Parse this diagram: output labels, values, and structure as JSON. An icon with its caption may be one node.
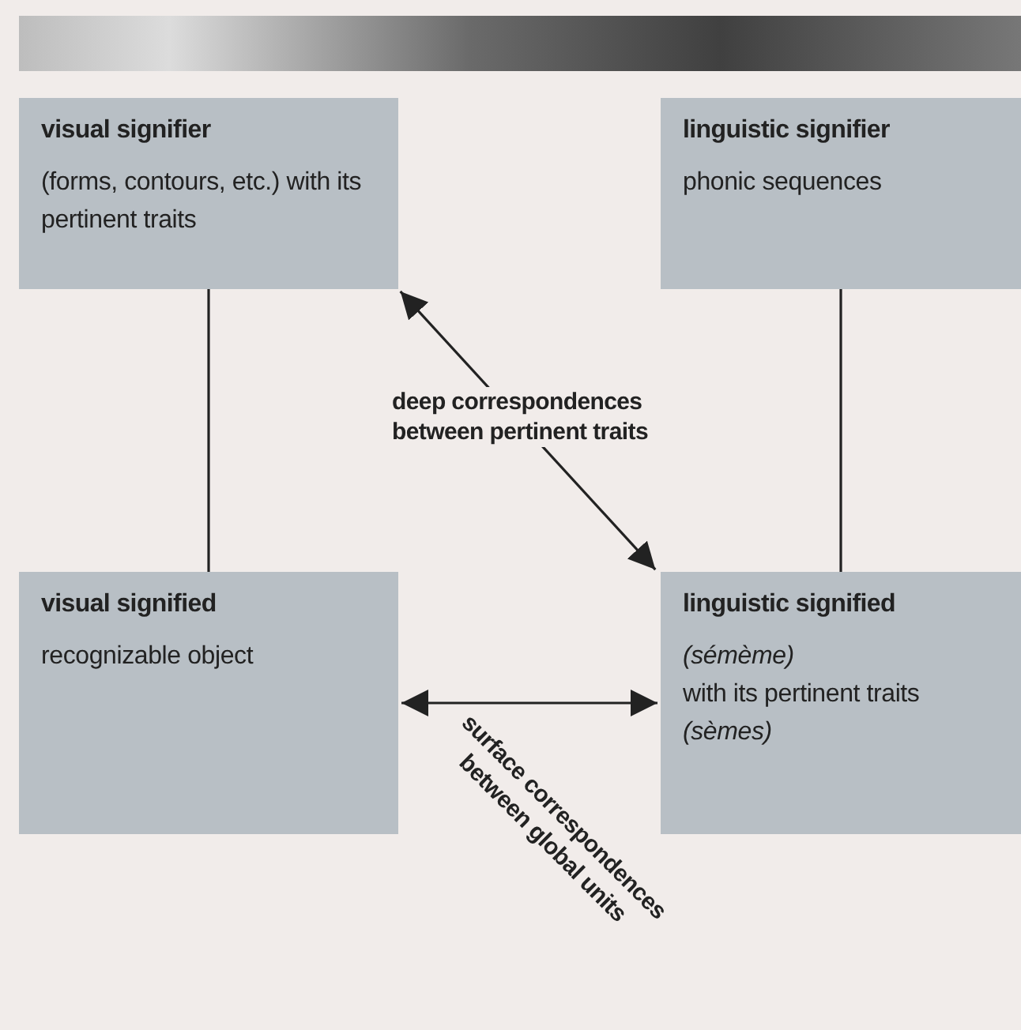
{
  "diagram": {
    "nodes": [
      {
        "text": [
          "visual signifier",
          "(forms, contours, etc.) with its pertinent traits"
        ]
      },
      {
        "text": [
          "linguistic signifier",
          "phonic sequences"
        ]
      },
      {
        "text": [
          "visual signified",
          "recognizable object"
        ]
      },
      {
        "text": [
          "linguistic signified",
          "*(sémème)* with its pertinent traits *(sèmes)*"
        ]
      }
    ],
    "edges": [
      {
        "from": 0,
        "to": 2,
        "arrow": "none"
      },
      {
        "from": 1,
        "to": 3,
        "arrow": "none"
      },
      {
        "from": 0,
        "to": 3,
        "arrow": "both",
        "label": "deep correspondences between pertinent traits"
      },
      {
        "from": 2,
        "to": 3,
        "arrow": "both",
        "label": "surface correspondences between global units"
      }
    ]
  }
}
